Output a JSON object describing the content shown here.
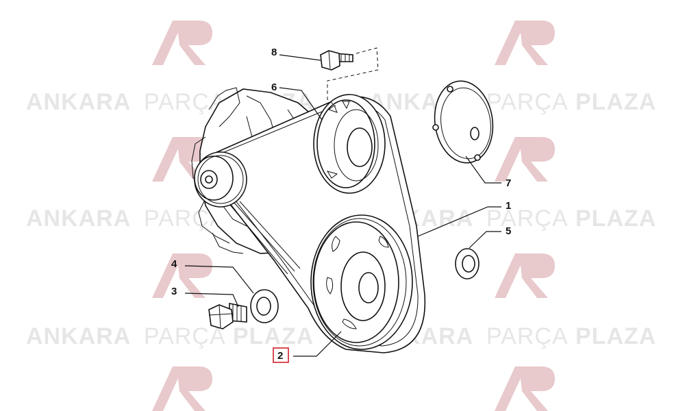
{
  "watermark": {
    "brand_word1": "ANKARA",
    "brand_word2": "PARÇA",
    "brand_word3": "PLAZA",
    "logo_color": "#e8c9cc",
    "text_color": "#e6e6e6"
  },
  "callouts": {
    "c1": "1",
    "c2": "2",
    "c3": "3",
    "c4": "4",
    "c5": "5",
    "c6": "6",
    "c7": "7",
    "c8": "8"
  },
  "highlight_color": "#d0202a"
}
